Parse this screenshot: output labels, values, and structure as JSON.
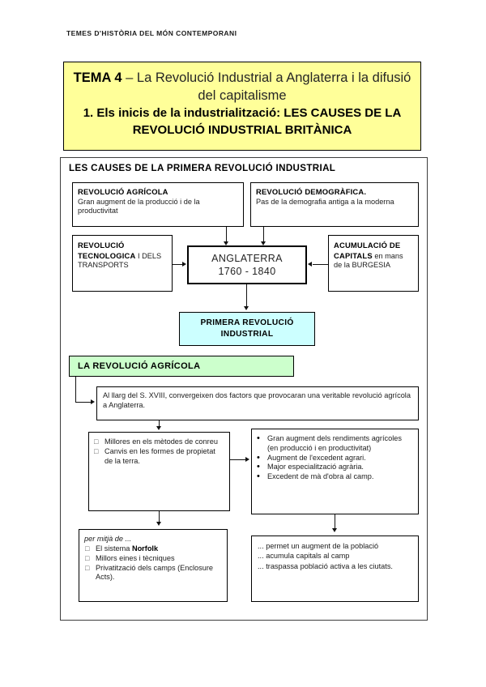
{
  "running_head": "TEMES D'HISTÒRIA DEL MÓN CONTEMPORANI",
  "title_banner": {
    "tema_label": "TEMA 4",
    "tema_rest": " – La Revolució Industrial a Anglaterra i la difusió del capitalisme",
    "subtitle": "1. Els inicis de la industrialització: LES CAUSES DE LA REVOLUCIÓ INDUSTRIAL BRITÀNICA",
    "background_color": "#ffff99"
  },
  "diagram": {
    "heading": "LES CAUSES DE LA PRIMERA REVOLUCIÓ INDUSTRIAL",
    "boxes": {
      "agricola": {
        "title": "REVOLUCIÓ AGRÍCOLA",
        "body": "Gran augment de la producció i de la productivitat"
      },
      "demografica": {
        "title": "REVOLUCIÓ DEMOGRÀFICA.",
        "body": "Pas de la demografia antiga a la moderna"
      },
      "tecnologica": {
        "title": "REVOLUCIÓ TECNOLOGICA",
        "body": " I DELS TRANSPORTS"
      },
      "capitals": {
        "title": "ACUMULACIÓ DE CAPITALS",
        "body": " en mans de la BURGESIA"
      },
      "anglaterra": {
        "line1": "ANGLATERRA",
        "line2": "1760 - 1840"
      },
      "primera": {
        "line1": "PRIMERA REVOLUCIÓ",
        "line2": "INDUSTRIAL",
        "background_color": "#ccffff"
      }
    }
  },
  "agricola_section": {
    "header": "LA REVOLUCIÓ AGRÍCOLA",
    "header_background_color": "#ccffcc",
    "intro": "Al llarg del S. XVIII, convergeixen dos factors que provocaran una veritable revolució agrícola a Anglaterra.",
    "factors": [
      "Millores en els mètodes de conreu",
      "Canvis en les formes de propietat de la terra."
    ],
    "results": [
      "Gran augment dels rendiments agrícoles (en producció i en productivitat)",
      "Augment de l'excedent agrari.",
      "Major especialització agrària.",
      "Excedent de mà d'obra al camp."
    ],
    "means_lead": "per mitjà de ...",
    "means": [
      "El sistema Norfolk",
      "Millors eines i tècniques",
      "Privatització dels camps (Enclosure Acts)."
    ],
    "means_bold_term": "Norfolk",
    "consequences": [
      "... permet un augment de la població",
      "... acumula capitals al camp",
      "... traspassa població activa a les ciutats."
    ]
  }
}
